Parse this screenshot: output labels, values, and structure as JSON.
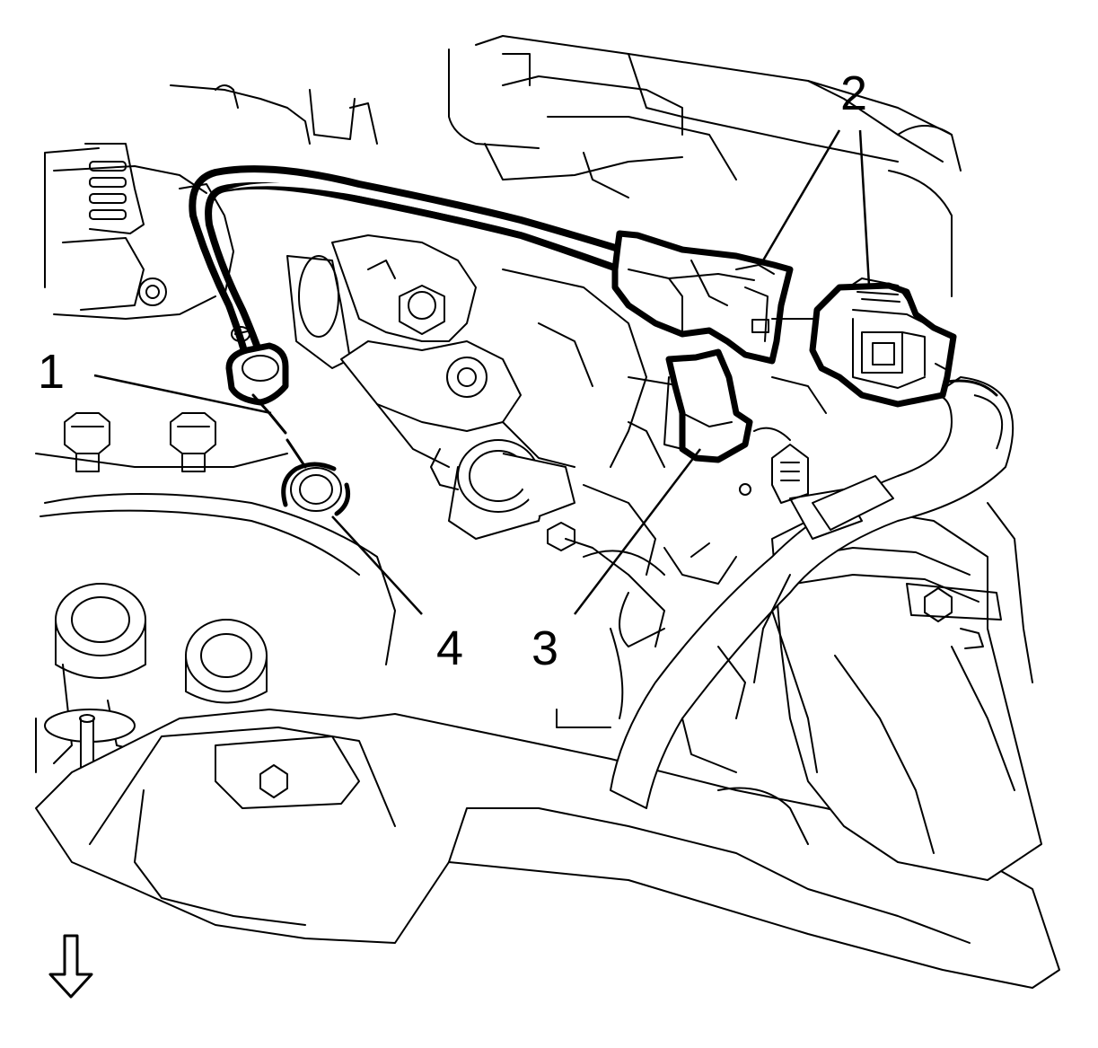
{
  "callouts": [
    {
      "id": "1",
      "label": "1"
    },
    {
      "id": "2",
      "label": "2"
    },
    {
      "id": "3",
      "label": "3"
    },
    {
      "id": "4",
      "label": "4"
    }
  ],
  "orientation_arrow": {
    "icon": "down-arrow-icon"
  }
}
